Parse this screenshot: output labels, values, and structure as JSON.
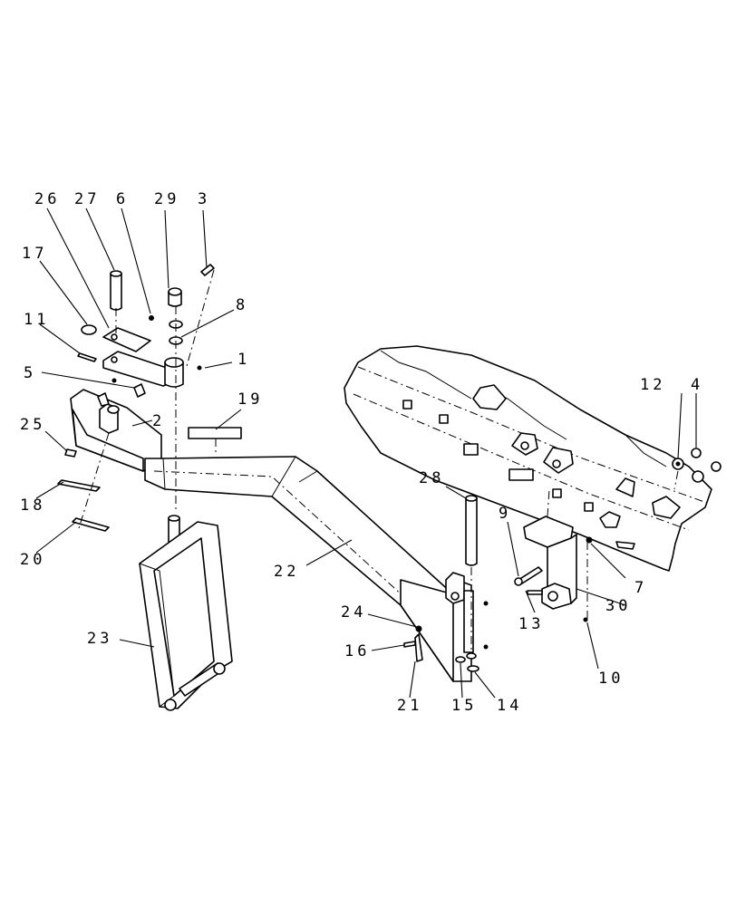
{
  "diagram": {
    "callouts": [
      {
        "id": "c26",
        "text": "26"
      },
      {
        "id": "c27",
        "text": "27"
      },
      {
        "id": "c6",
        "text": "6"
      },
      {
        "id": "c29",
        "text": "29"
      },
      {
        "id": "c3",
        "text": "3"
      },
      {
        "id": "c17",
        "text": "17"
      },
      {
        "id": "c8",
        "text": "8"
      },
      {
        "id": "c11",
        "text": "11"
      },
      {
        "id": "c1",
        "text": "1"
      },
      {
        "id": "c5",
        "text": "5"
      },
      {
        "id": "c19",
        "text": "19"
      },
      {
        "id": "c25",
        "text": "25"
      },
      {
        "id": "c2",
        "text": "2"
      },
      {
        "id": "c18",
        "text": "18"
      },
      {
        "id": "c20",
        "text": "20"
      },
      {
        "id": "c12",
        "text": "12"
      },
      {
        "id": "c4",
        "text": "4"
      },
      {
        "id": "c28",
        "text": "28"
      },
      {
        "id": "c9",
        "text": "9"
      },
      {
        "id": "c7",
        "text": "7"
      },
      {
        "id": "c22",
        "text": "22"
      },
      {
        "id": "c30",
        "text": "30"
      },
      {
        "id": "c13",
        "text": "13"
      },
      {
        "id": "c24",
        "text": "24"
      },
      {
        "id": "c23",
        "text": "23"
      },
      {
        "id": "c16",
        "text": "16"
      },
      {
        "id": "c10",
        "text": "10"
      },
      {
        "id": "c21",
        "text": "21"
      },
      {
        "id": "c15",
        "text": "15"
      },
      {
        "id": "c14",
        "text": "14"
      }
    ]
  }
}
